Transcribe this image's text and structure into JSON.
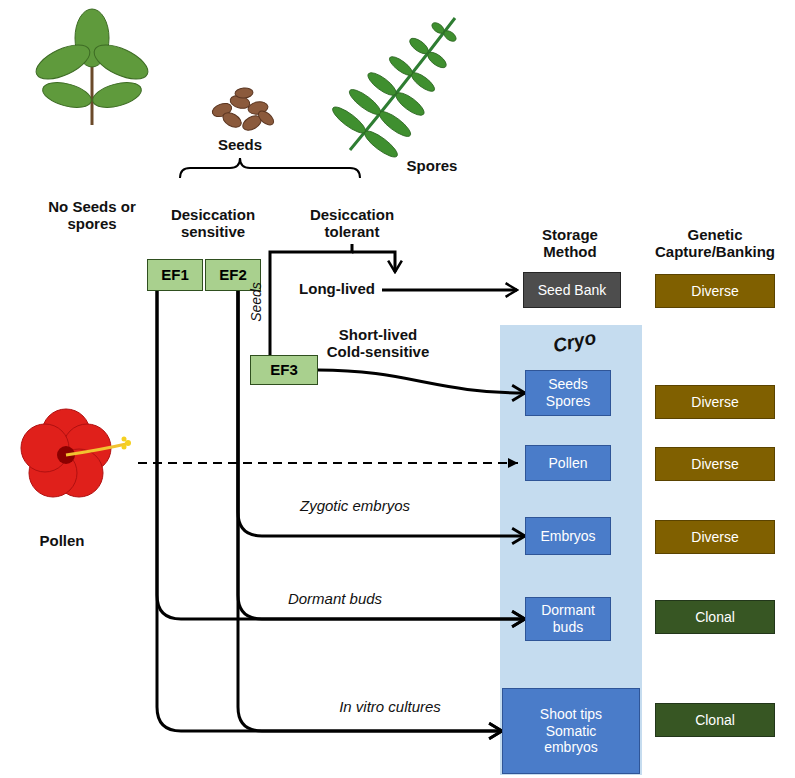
{
  "diagram": {
    "nodes": [
      {
        "text": [
          "EF1"
        ]
      },
      {
        "text": [
          "EF2"
        ]
      },
      {
        "text": [
          "EF3"
        ]
      },
      {
        "text": [
          "Seed Bank"
        ]
      },
      {
        "text": [
          "Diverse"
        ]
      },
      {
        "text": [
          "Cryo"
        ]
      },
      {
        "text": [
          "Seeds Spores"
        ],
        "in": 5
      },
      {
        "text": [
          "Diverse"
        ]
      },
      {
        "text": [
          "Pollen"
        ],
        "in": 5
      },
      {
        "text": [
          "Diverse"
        ]
      },
      {
        "text": [
          "Embryos"
        ],
        "in": 5
      },
      {
        "text": [
          "Diverse"
        ]
      },
      {
        "text": [
          "Dormant buds"
        ],
        "in": 5
      },
      {
        "text": [
          "Clonal"
        ]
      },
      {
        "text": [
          "Shoot tips Somatic embryos"
        ],
        "in": 5
      },
      {
        "text": [
          "Clonal"
        ]
      }
    ],
    "edges": [
      {
        "from": 2,
        "to": 6,
        "arrow": "to",
        "label": "Short-lived Cold-sensitive"
      },
      {
        "from": 1,
        "to": 10,
        "arrow": "to",
        "label": "Zygotic embryos"
      },
      {
        "from": 0,
        "to": 12,
        "arrow": "to"
      },
      {
        "from": 1,
        "to": 12,
        "arrow": "to",
        "label": "Dormant buds"
      },
      {
        "from": 0,
        "to": 14,
        "arrow": "to"
      },
      {
        "from": 1,
        "to": 14,
        "arrow": "to",
        "label": "In vitro cultures"
      }
    ],
    "labels": [
      "No Seeds or spores",
      "Seeds",
      "Desiccation sensitive",
      "Desiccation tolerant",
      "Spores",
      "Storage Method",
      "Genetic Capture/Banking",
      "Long-lived",
      "Seeds",
      "Pollen"
    ]
  }
}
